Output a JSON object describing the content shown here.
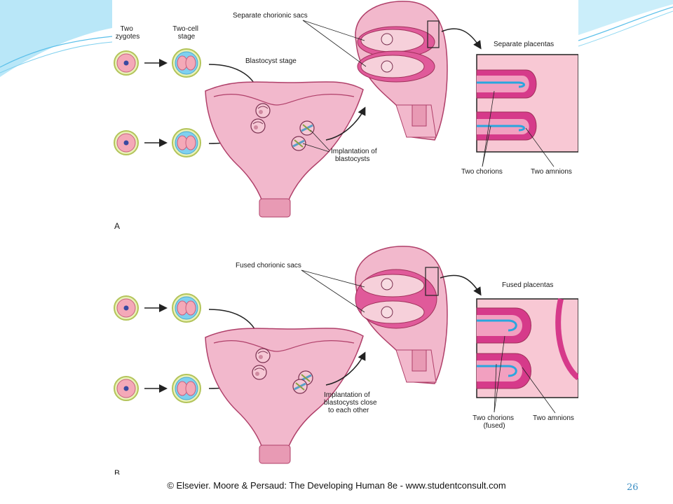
{
  "panelA": {
    "letter": "A",
    "two_zygotes": [
      "Two",
      "zygotes"
    ],
    "two_cell_stage": [
      "Two-cell",
      "stage"
    ],
    "blastocyst_stage": "Blastocyst stage",
    "chorionic_sacs": "Separate chorionic sacs",
    "placentas": "Separate placentas",
    "implantation": [
      "Implantation of",
      "blastocysts"
    ],
    "two_chorions": [
      "Two chorions"
    ],
    "two_amnions": "Two amnions"
  },
  "panelB": {
    "letter": "B",
    "chorionic_sacs": "Fused chorionic sacs",
    "placentas": "Fused placentas",
    "implantation": [
      "Implantation of",
      "blastocysts close",
      "to each other"
    ],
    "two_chorions": [
      "Two chorions",
      "(fused)"
    ],
    "two_amnions": "Two amnions"
  },
  "credit": "© Elsevier. Moore & Persaud: The Developing Human 8e - www.studentconsult.com",
  "slide_number": "26",
  "colors": {
    "uterus_pink": "#f2b8cc",
    "uterus_outline": "#b0406a",
    "placenta_magenta": "#d63a8a",
    "amnion_blue": "#2aa6de",
    "zygote_ring": "#c8d870",
    "slide_accent": "#3b8ec4"
  }
}
